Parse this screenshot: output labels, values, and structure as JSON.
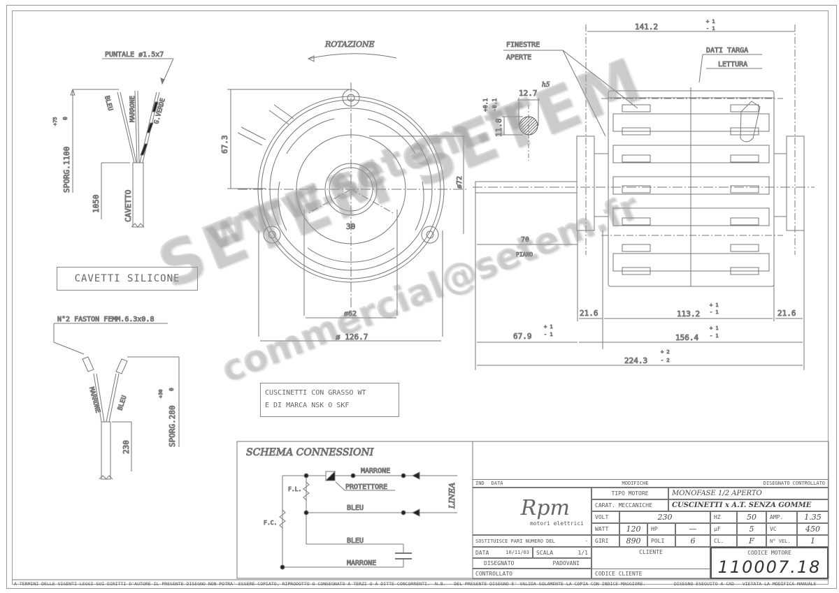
{
  "drawing": {
    "wire_detail_top": {
      "tip_label": "PUNTALE ø1.5x7",
      "wires": [
        "BLEU",
        "MARRONE",
        "G.VERDE"
      ],
      "cable_label": "CAVETTO",
      "dim_sporg": "SPORG.1100",
      "dim_sporg_tol_plus": "+75",
      "dim_sporg_tol_minus": "0",
      "dim_cable": "1050"
    },
    "cable_note": "CAVETTI SILICONE",
    "wire_detail_bottom": {
      "faston_label": "N°2 FASTON FEMM.6.3x0.8",
      "wires": [
        "MARRONE",
        "BLEU"
      ],
      "dim_sporg": "SPORG.280",
      "dim_sporg_tol_plus": "+30",
      "dim_sporg_tol_minus": "0",
      "dim_cable": "230"
    },
    "front_view": {
      "rotation_label": "ROTAZIONE",
      "dim_height": "67.3",
      "dim_diam_72": "ø72",
      "dim_30": "30",
      "dim_diam_62": "ø62",
      "dim_diam_126": "ø 126.7"
    },
    "bearing_note": [
      "CUSCINETTI CON GRASSO WT",
      "E DI MARCA NSK O SKF"
    ],
    "shaft_detail": {
      "dim_diameter": "12.7",
      "fit": "h5",
      "dim_flat": "11.8",
      "tol_plus": "+0.1",
      "tol_minus": "-0.1"
    },
    "side_view": {
      "windows_label_1": "FINESTRE",
      "windows_label_2": "APERTE",
      "plate_label": "DATI TARGA",
      "reading_label": "LETTURA",
      "dim_141": "141.2",
      "dim_70": "70",
      "flat_label": "PIANO",
      "dim_21_left": "21.6",
      "dim_113": "113.2",
      "dim_21_right": "21.6",
      "dim_67": "67.9",
      "dim_156": "156.4",
      "dim_224": "224.3",
      "tol_1_plus": "+ 1",
      "tol_1_minus": "- 1",
      "tol_2_plus": "+ 2",
      "tol_2_minus": "- 2"
    },
    "schema": {
      "title": "SCHEMA CONNESSIONI",
      "fl_label": "F.L.",
      "fc_label": "F.C.",
      "protector_label": "PROTETTORE",
      "line_label": "LINEA",
      "wire_top": "MARRONE",
      "wire_mid": "BLEU",
      "wire_cap_top": "BLEU",
      "wire_cap_bottom": "MARRONE"
    }
  },
  "title_block": {
    "rev_header": {
      "ind": "IND",
      "data": "DATA",
      "modifiche": "MODIFICHE",
      "disegnato": "DISEGNATO",
      "controllato": "CONTROLLATO"
    },
    "logo_main": "Rpm",
    "logo_sub": "motori elettrici",
    "tipo_motore_label": "TIPO MOTORE",
    "tipo_motore_value": "MONOFASE 1/2 APERTO",
    "carat_label": "CARAT. MECCANICHE",
    "carat_value": "CUSCINETTI x A.T. SENZA GOMME",
    "volt_label": "VOLT",
    "volt_value": "230",
    "hz_label": "HZ",
    "hz_value": "50",
    "amp_label": "AMP.",
    "amp_value": "1.35",
    "watt_label": "WATT",
    "watt_value": "120",
    "hp_label": "HP",
    "hp_value": "—",
    "uf_label": "µF",
    "uf_value": "5",
    "vc_label": "VC",
    "vc_value": "450",
    "giri_label": "GIRI",
    "giri_value": "890",
    "poli_label": "POLI",
    "poli_value": "6",
    "cl_label": "CL.",
    "cl_value": "F",
    "nvel_label": "N° VEL.",
    "nvel_value": "1",
    "sostituisce_label": "SOSTITUISCE PARI NUMERO DEL",
    "sostituisce_value": "-",
    "data_label": "DATA",
    "data_value": "10/11/03",
    "scala_label": "SCALA",
    "scala_value": "1/1",
    "disegnato_label": "DISEGNATO",
    "disegnato_value": "PADOVANI",
    "controllato_label": "CONTROLLATO",
    "cliente_label": "CLIENTE",
    "codice_cliente_label": "CODICE CLIENTE",
    "codice_motore_label": "CODICE MOTORE",
    "codice_motore_value": "110007.18"
  },
  "footer": {
    "copyright": "A TERMINI DELLE VIGENTI LEGGI SUI DIRITTI D'AUTORE IL PRESENTE DISEGNO NON POTRA' ESSERE COPIATO, RIPRODOTTO O CONSEGNATO A TERZI O A DITTE CONCORRENTI.",
    "validity": "N.B. - DEL PRESENTE DISEGNO E' VALIDA SOLAMENTE LA COPIA CON INDICE MAGGIORE.",
    "cad": "DISEGNO ESEGUITO A CAD - VIETATA LA MODIFICA MANUALE"
  },
  "watermark": {
    "line1": "www.setem.fr",
    "line2": "SETEM  SETEM",
    "line3": "commercial@setem.fr"
  }
}
